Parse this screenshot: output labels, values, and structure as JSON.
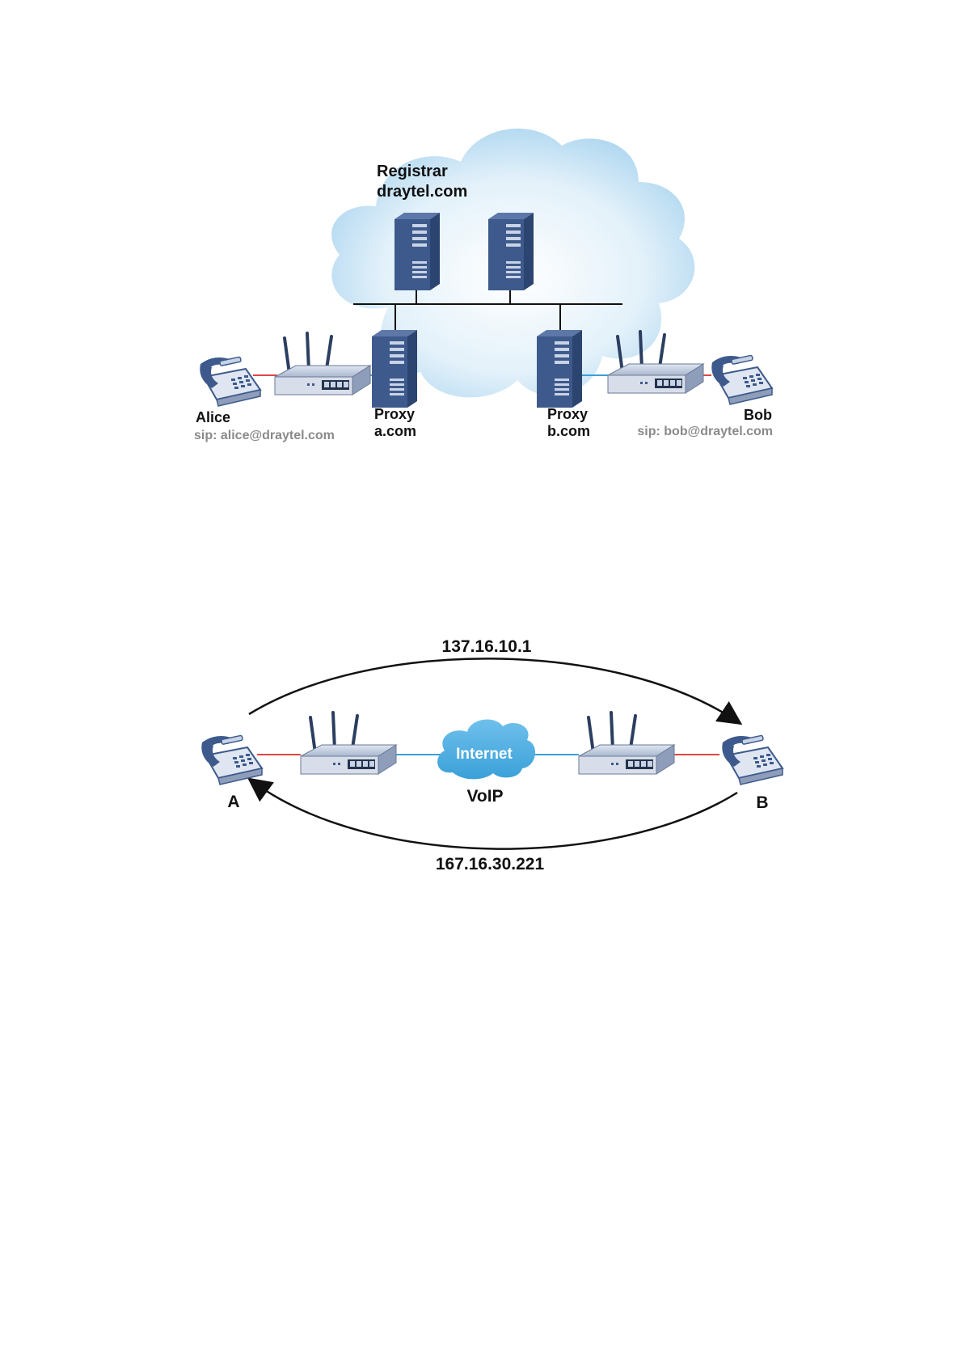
{
  "diagram1": {
    "registrar_line1": "Registrar",
    "registrar_line2": "draytel.com",
    "alice_name": "Alice",
    "alice_sip": "sip: alice@draytel.com",
    "proxy_a_line1": "Proxy",
    "proxy_a_line2": "a.com",
    "proxy_b_line1": "Proxy",
    "proxy_b_line2": "b.com",
    "bob_name": "Bob",
    "bob_sip": "sip: bob@draytel.com"
  },
  "diagram2": {
    "top_ip": "137.16.10.1",
    "bottom_ip": "167.16.30.221",
    "cloud_label": "Internet",
    "voip_label": "VoIP",
    "endpoint_a": "A",
    "endpoint_b": "B"
  },
  "colors": {
    "phone_link": "#e04545",
    "network_link": "#3aa0d8",
    "cloud_light": "#d6ecf8",
    "cloud_dark": "#a9d4ef",
    "device_blue": "#3e5a8c"
  }
}
